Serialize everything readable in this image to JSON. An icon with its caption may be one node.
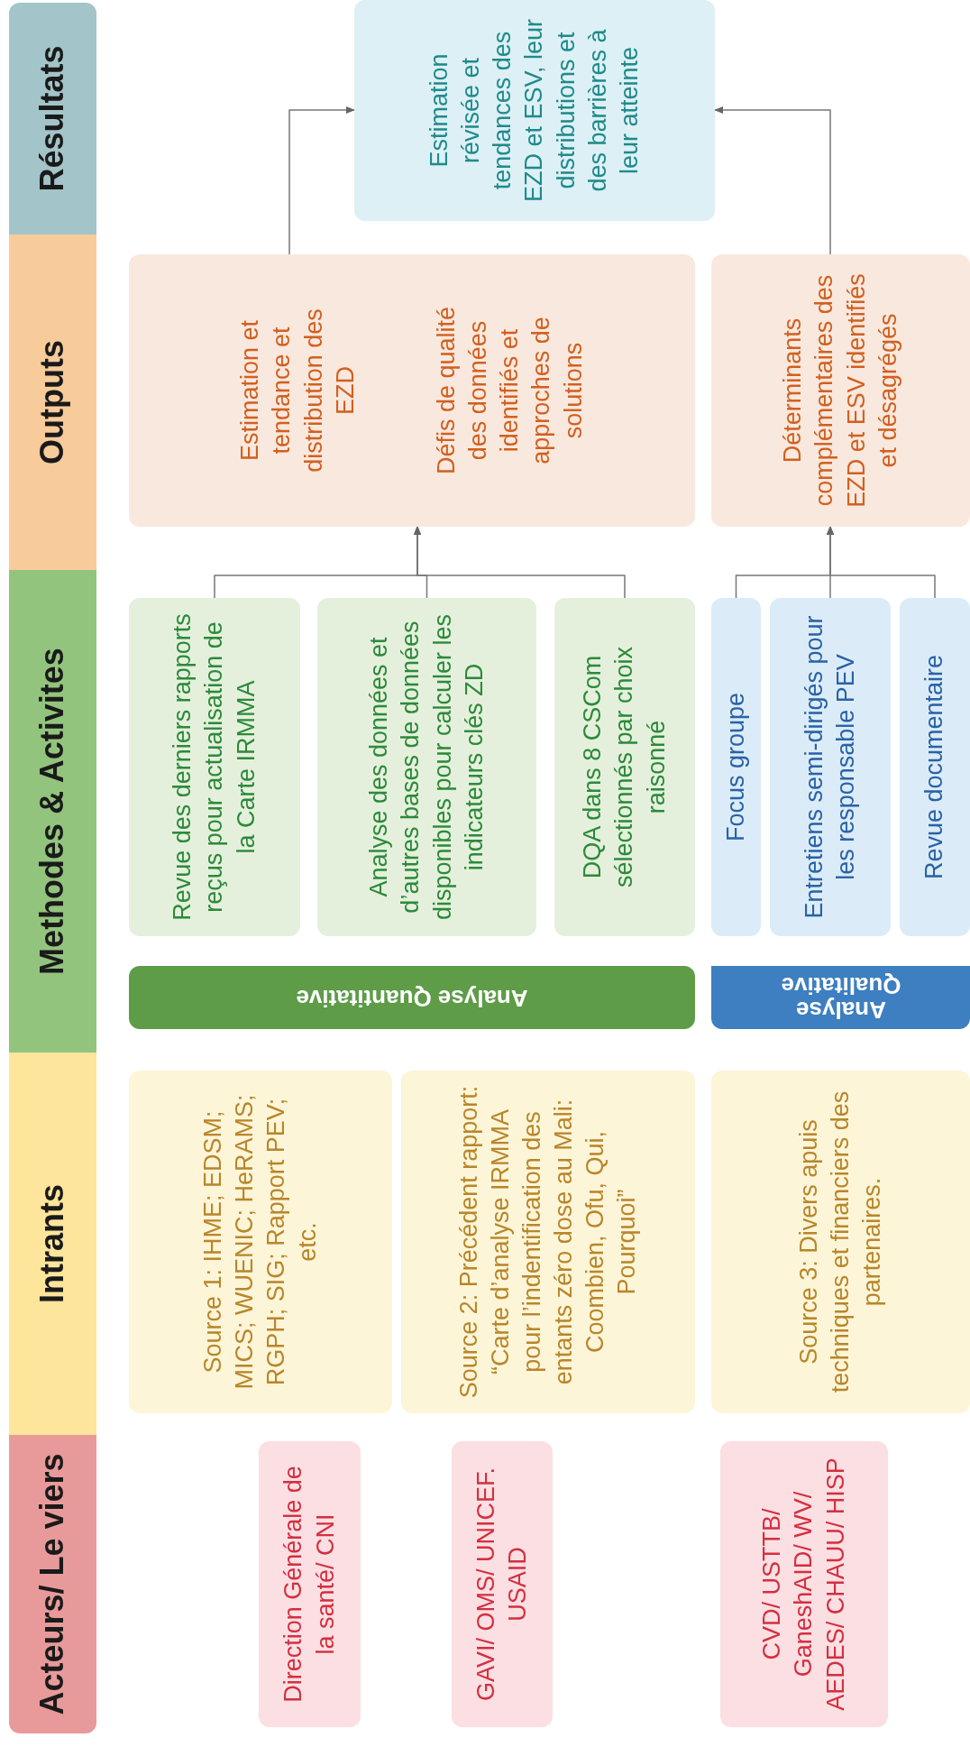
{
  "diagram": {
    "nodes": [
      {
        "text": [
          "Résultats"
        ]
      },
      {
        "text": [
          "Outputs"
        ]
      },
      {
        "text": [
          "Methodes & Activites"
        ]
      },
      {
        "text": [
          "Intrants"
        ]
      },
      {
        "text": [
          "Acteurs/ Le viers"
        ]
      },
      {
        "text": [
          "Estimation révisée et tendances des EZD et ESV, leur distributions et des barrières à leur atteinte"
        ]
      },
      {
        "text": [
          "Estimation et tendance et distribution des EZD",
          "Défis de qualité des données identifiés et approches de solutions"
        ]
      },
      {
        "text": [
          "Déterminants complémentaires des EZD et ESV identifiés et désagrégés"
        ]
      },
      {
        "text": [
          "Revue des derniers rapports reçus pour actualisation de la Carte IRMMA"
        ]
      },
      {
        "text": [
          "Analyse des données et d’autres bases de données disponibles pour calculer les indicateurs clés ZD"
        ]
      },
      {
        "text": [
          "DQA dans 8 CSCom sélectionnés par choix raisonné"
        ]
      },
      {
        "text": [
          "Focus groupe"
        ]
      },
      {
        "text": [
          "Entretiens semi-dirigés pour les responsable PEV"
        ]
      },
      {
        "text": [
          "Revue documentaire"
        ]
      },
      {
        "text": [
          "Analyse Quantitative"
        ]
      },
      {
        "text": [
          "Analyse Qualitative"
        ]
      },
      {
        "text": [
          "Source 1: IHME; EDSM; MICS; WUENIC; HeRAMS; RGPH; SIG; Rapport PEV; etc."
        ]
      },
      {
        "text": [
          "Source 2: Précédent rapport: “Carte d’analyse IRMMA pour l’indentification des entants zéro dose au Mali: Coombien, Ofu, Qui, Pourquoi”"
        ]
      },
      {
        "text": [
          "Source 3: Divers apuis techniques et financiers des partenaires."
        ]
      },
      {
        "text": [
          "Direction Générale de la santé/ CNI"
        ]
      },
      {
        "text": [
          "GAVI/ OMS/ UNICEF. USAID"
        ]
      },
      {
        "text": [
          "CVD/ USTTB/ GaneshAID/ WV/ AEDES/ CHAUU/ HISP"
        ]
      }
    ],
    "edges": [
      {
        "from": 8,
        "to": 6,
        "arrow": "to"
      },
      {
        "from": 9,
        "to": 6,
        "arrow": "to"
      },
      {
        "from": 10,
        "to": 6,
        "arrow": "to"
      },
      {
        "from": 11,
        "to": 7,
        "arrow": "to"
      },
      {
        "from": 12,
        "to": 7,
        "arrow": "to"
      },
      {
        "from": 13,
        "to": 7,
        "arrow": "to"
      },
      {
        "from": 6,
        "to": 5,
        "arrow": "to"
      },
      {
        "from": 7,
        "to": 5,
        "arrow": "to"
      }
    ]
  }
}
